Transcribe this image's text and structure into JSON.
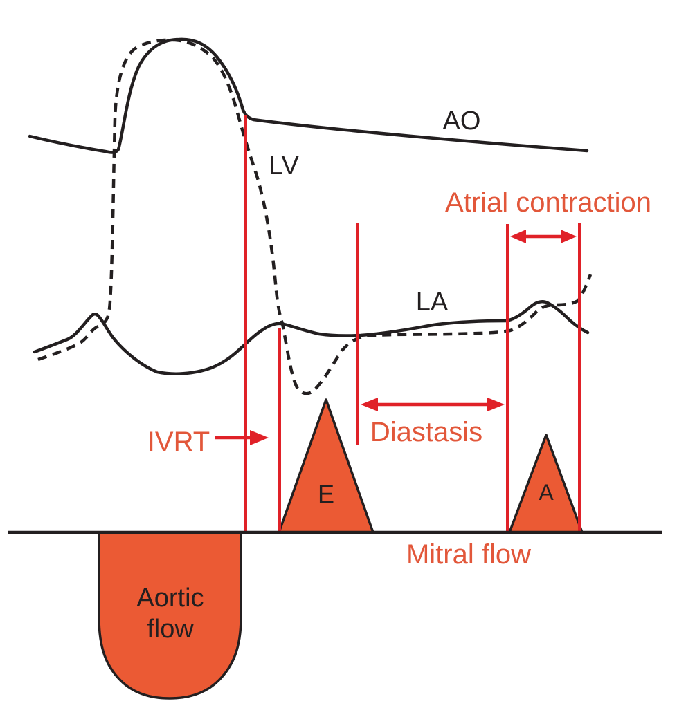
{
  "figure": {
    "type": "cardiac-cycle-hemodynamics-diagram",
    "pressure_curves": {
      "ao_label": "AO",
      "lv_label": "LV",
      "la_label": "LA"
    },
    "intervals": {
      "ivrt_label": "IVRT",
      "diastasis_label": "Diastasis",
      "atrial_contraction_label": "Atrial contraction"
    },
    "flow": {
      "mitral_label": "Mitral flow",
      "aortic_label_lines": [
        "Aortic",
        "flow"
      ],
      "e_wave_label": "E",
      "a_wave_label": "A"
    },
    "colors": {
      "ink_black": "#231f20",
      "marker_red": "#e02128",
      "label_orange": "#e2573a",
      "flow_fill": "#eb5a34"
    }
  }
}
